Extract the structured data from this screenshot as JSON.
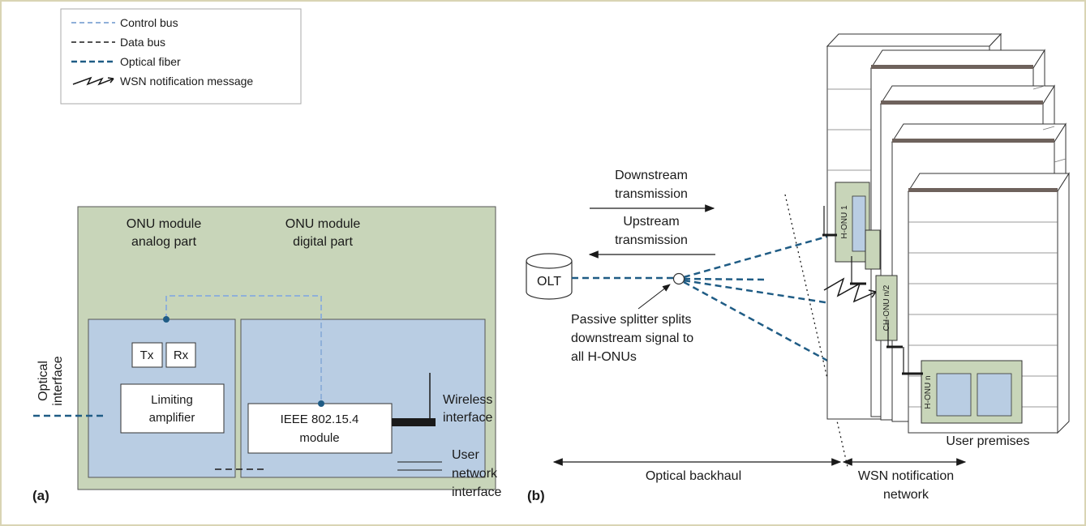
{
  "legend": {
    "items": [
      {
        "label": "Control bus",
        "style": "dashed-light-blue"
      },
      {
        "label": "Data bus",
        "style": "dashed-black"
      },
      {
        "label": "Optical fiber",
        "style": "dashed-dark-blue"
      },
      {
        "label": "WSN notification message",
        "style": "zigzag-arrow"
      }
    ]
  },
  "panel_a": {
    "label": "(a)",
    "analog_title": [
      "ONU module",
      "analog part"
    ],
    "digital_title": [
      "ONU module",
      "digital part"
    ],
    "tx": "Tx",
    "rx": "Rx",
    "limiting_amplifier": [
      "Limiting",
      "amplifier"
    ],
    "ieee_module": [
      "IEEE 802.15.4",
      "module"
    ],
    "optical_interface": [
      "Optical",
      "interface"
    ],
    "wireless_interface": [
      "Wireless",
      "interface"
    ],
    "user_network_interface": [
      "User",
      "network",
      "interface"
    ]
  },
  "panel_b": {
    "label": "(b)",
    "downstream": [
      "Downstream",
      "transmission"
    ],
    "upstream": [
      "Upstream",
      "transmission"
    ],
    "olt": "OLT",
    "splitter_note": [
      "Passive splitter splits",
      "downstream signal to",
      "all H-ONUs"
    ],
    "h_onu_1": "H-ONU 1",
    "ch_onu": "CH-ONU n/2",
    "h_onu_n": "H-ONU n",
    "user_premises": "User premises",
    "optical_backhaul": "Optical backhaul",
    "wsn_network": [
      "WSN notification",
      "network"
    ]
  },
  "colors": {
    "page_border": "#d9d4b4",
    "onu_outer": "#c8d5b9",
    "onu_inner": "#b9cde3",
    "control_bus": "#8fb0d9",
    "fiber": "#1f5c85",
    "module_bg": "#ffffff",
    "roof": "#6e625c",
    "onu_box": "#c8d5b9",
    "onu_window": "#b9cde3"
  }
}
